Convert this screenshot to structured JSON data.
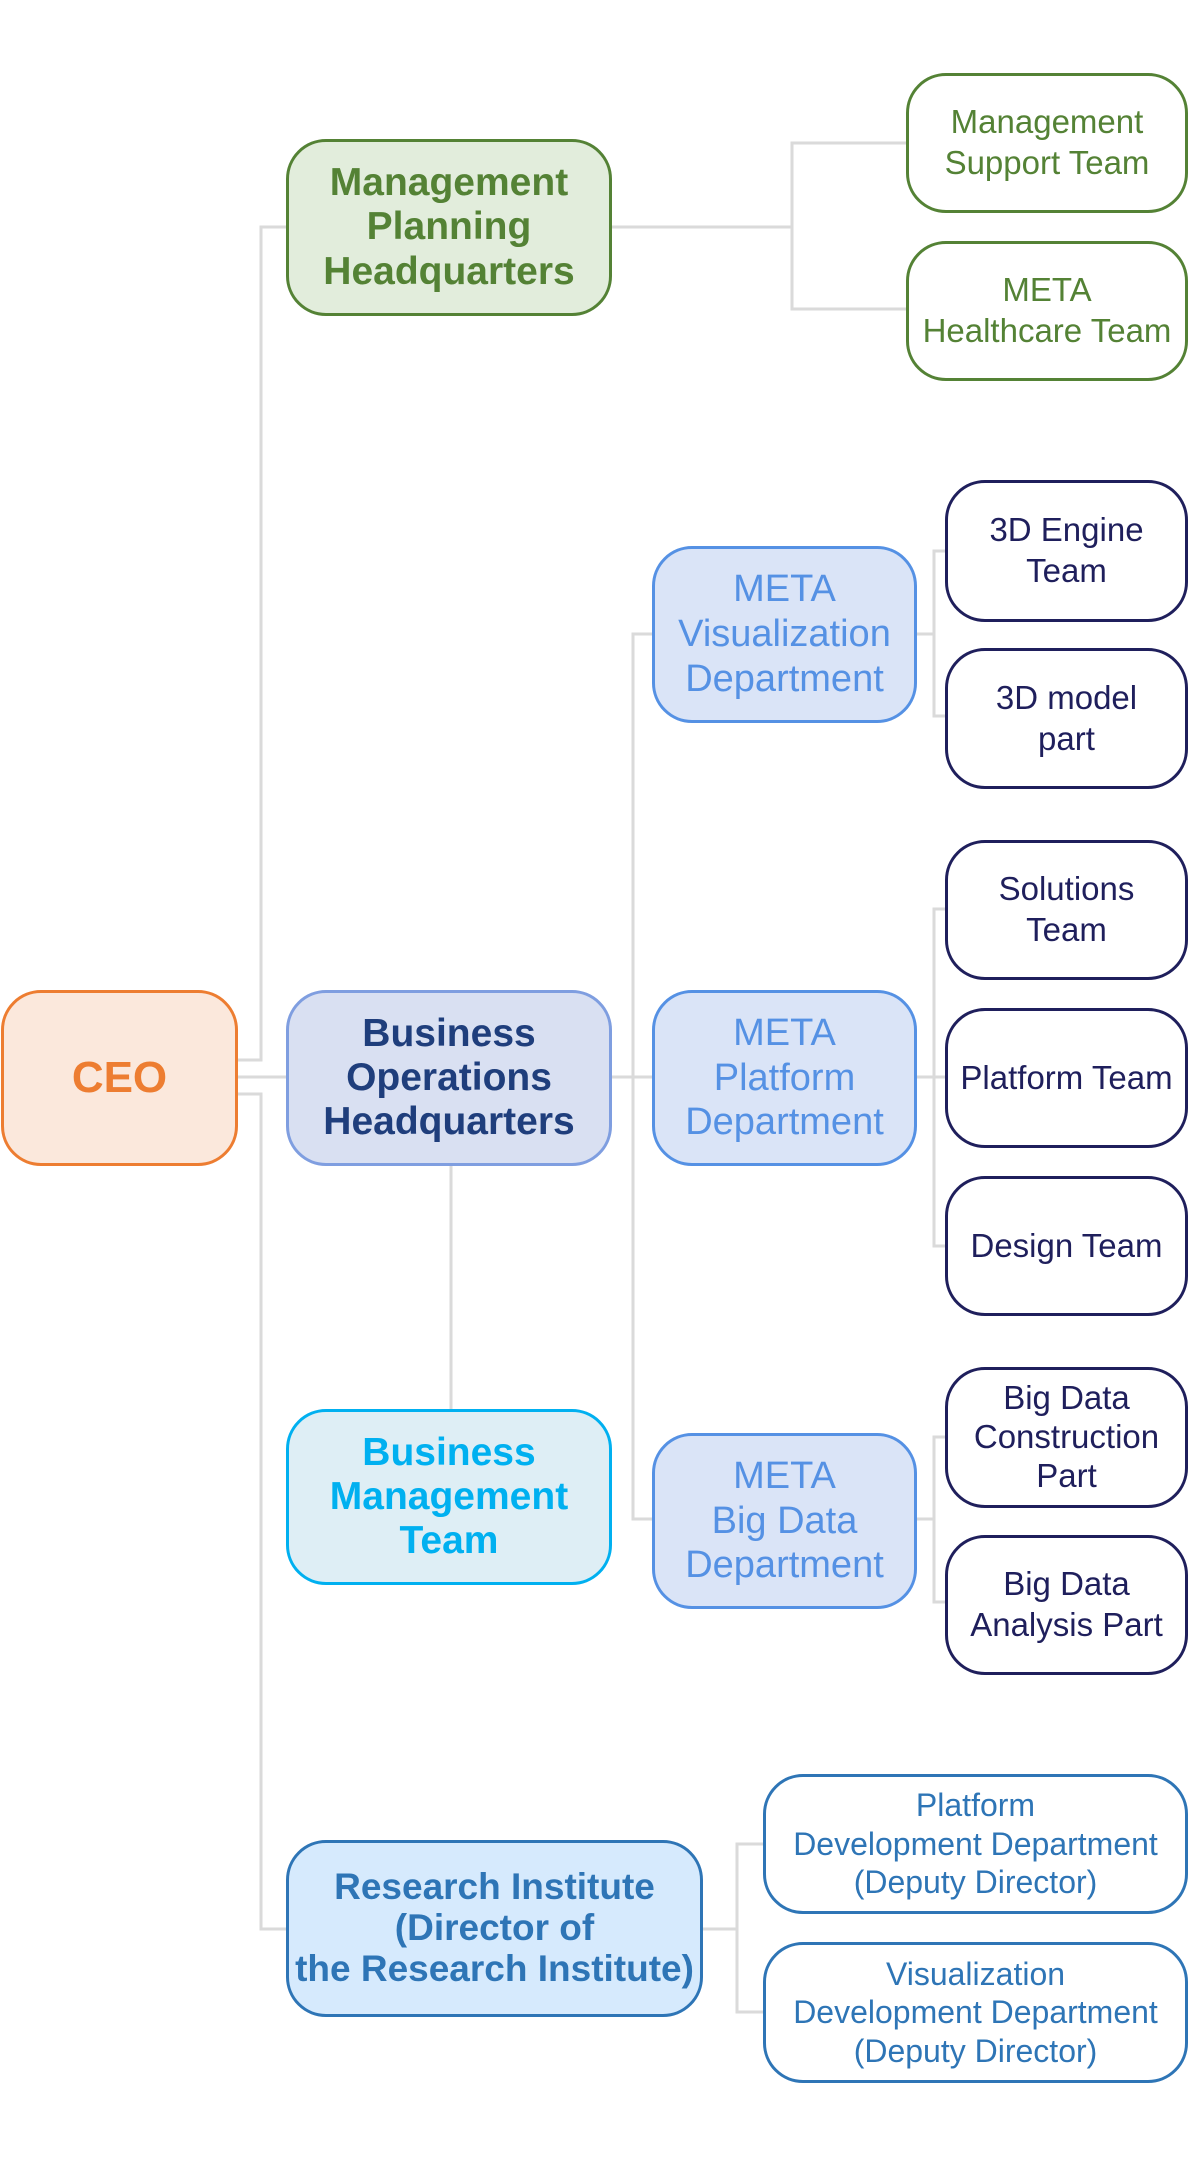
{
  "diagram": {
    "type": "organization-chart",
    "connector_color": "#dadada",
    "root": {
      "label": "CEO",
      "colors": {
        "fill": "#fbe8dc",
        "border": "#ed7d31",
        "text": "#ed7d31"
      }
    },
    "headquarters": [
      {
        "id": "management-planning-hq",
        "label": "Management\nPlanning\nHeadquarters",
        "colors": {
          "fill": "#e2eddc",
          "border": "#548235",
          "text": "#548235"
        },
        "teams": [
          {
            "label": "Management\nSupport Team"
          },
          {
            "label": "META\nHealthcare Team"
          }
        ]
      },
      {
        "id": "business-operations-hq",
        "label": "Business\nOperations\nHeadquarters",
        "colors": {
          "fill": "#d9e0f2",
          "border": "#7f9ee0",
          "text": "#1f3e7c"
        },
        "sub_team": {
          "label": "Business\nManagement\nTeam",
          "colors": {
            "fill": "#deeef5",
            "border": "#00b0f0",
            "text": "#00b0f0"
          }
        },
        "departments": [
          {
            "label": "META\nVisualization\nDepartment",
            "teams": [
              {
                "label": "3D Engine\nTeam"
              },
              {
                "label": "3D model\npart"
              }
            ]
          },
          {
            "label": "META\nPlatform\nDepartment",
            "teams": [
              {
                "label": "Solutions\nTeam"
              },
              {
                "label": "Platform Team"
              },
              {
                "label": "Design Team"
              }
            ]
          },
          {
            "label": "META\nBig Data\nDepartment",
            "teams": [
              {
                "label": "Big Data\nConstruction\nPart"
              },
              {
                "label": "Big Data\nAnalysis Part"
              }
            ]
          }
        ],
        "department_colors": {
          "fill": "#dae4f7",
          "border": "#5591e4",
          "text": "#5591e4"
        },
        "team_colors": {
          "fill": "#ffffff",
          "border": "#1f1f5c",
          "text": "#1f1f5c"
        }
      },
      {
        "id": "research-institute",
        "label": "Research Institute\n(Director of\nthe Research Institute)",
        "colors": {
          "fill": "#d6eafd",
          "border": "#2e75b6",
          "text": "#2e75b6"
        },
        "teams": [
          {
            "label": "Platform\nDevelopment Department\n(Deputy Director)"
          },
          {
            "label": "Visualization\nDevelopment Department\n(Deputy Director)"
          }
        ]
      }
    ]
  }
}
